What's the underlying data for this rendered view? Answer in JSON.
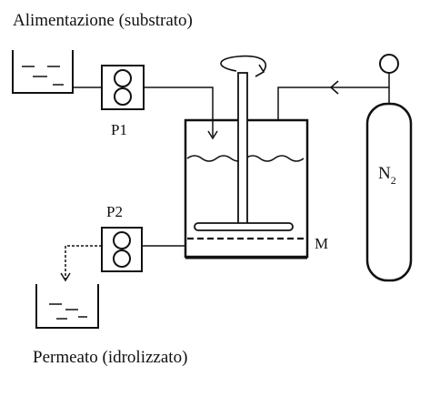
{
  "labels": {
    "feed": "Alimentazione (substrato)",
    "permeate": "Permeato (idrolizzato)",
    "pump1": "P1",
    "pump2": "P2",
    "membrane": "M",
    "gas_main": "N",
    "gas_sub": "2"
  },
  "colors": {
    "ink": "#111111",
    "background": "#ffffff"
  }
}
